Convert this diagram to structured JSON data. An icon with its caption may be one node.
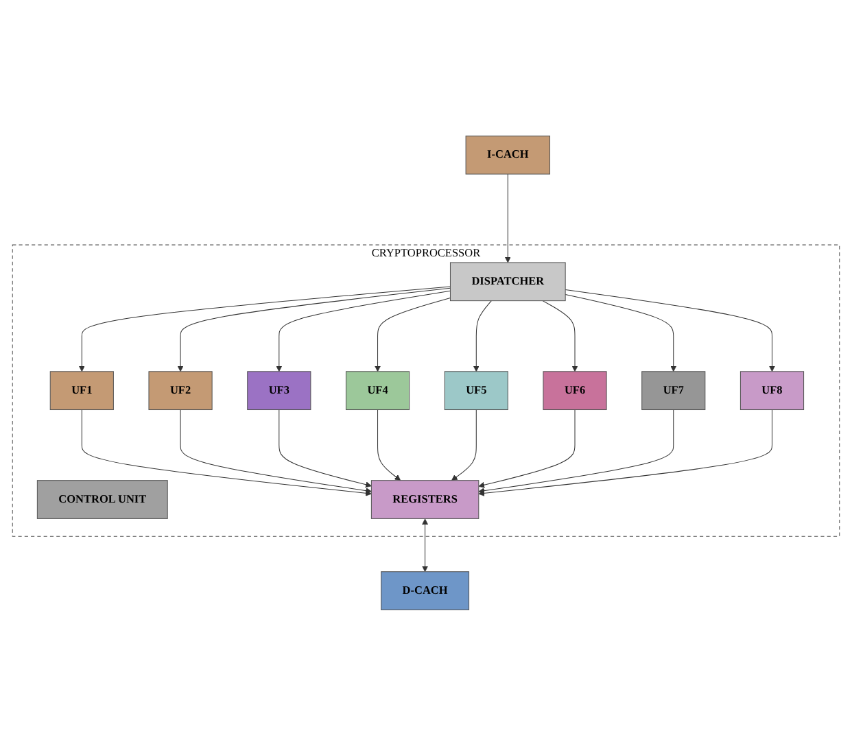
{
  "diagram": {
    "nodes": [
      {
        "text": [
          "I-CACH"
        ]
      },
      {
        "text": [
          "CRYPTOPROCESSOR"
        ]
      },
      {
        "text": [
          "DISPATCHER"
        ],
        "in": 1
      },
      {
        "text": [
          "CONTROL UNIT"
        ],
        "in": 1
      },
      {
        "text": [
          "UF1"
        ],
        "in": 1
      },
      {
        "text": [
          "UF2"
        ],
        "in": 1
      },
      {
        "text": [
          "UF3"
        ],
        "in": 1
      },
      {
        "text": [
          "UF4"
        ],
        "in": 1
      },
      {
        "text": [
          "UF5"
        ],
        "in": 1
      },
      {
        "text": [
          "UF6"
        ],
        "in": 1
      },
      {
        "text": [
          "UF7"
        ],
        "in": 1
      },
      {
        "text": [
          "UF8"
        ],
        "in": 1
      },
      {
        "text": [
          "REGISTERS"
        ],
        "in": 1
      },
      {
        "text": [
          "D-CACH"
        ]
      }
    ],
    "edges": [
      {
        "from": 0,
        "to": 2,
        "arrow": "to"
      },
      {
        "from": 2,
        "to": 4,
        "arrow": "to"
      },
      {
        "from": 2,
        "to": 5,
        "arrow": "to"
      },
      {
        "from": 2,
        "to": 6,
        "arrow": "to"
      },
      {
        "from": 2,
        "to": 7,
        "arrow": "to"
      },
      {
        "from": 2,
        "to": 8,
        "arrow": "to"
      },
      {
        "from": 2,
        "to": 9,
        "arrow": "to"
      },
      {
        "from": 2,
        "to": 10,
        "arrow": "to"
      },
      {
        "from": 2,
        "to": 11,
        "arrow": "to"
      },
      {
        "from": 4,
        "to": 12,
        "arrow": "to"
      },
      {
        "from": 5,
        "to": 12,
        "arrow": "to"
      },
      {
        "from": 6,
        "to": 12,
        "arrow": "to"
      },
      {
        "from": 7,
        "to": 12,
        "arrow": "to"
      },
      {
        "from": 8,
        "to": 12,
        "arrow": "to"
      },
      {
        "from": 9,
        "to": 12,
        "arrow": "to"
      },
      {
        "from": 10,
        "to": 12,
        "arrow": "to"
      },
      {
        "from": 11,
        "to": 12,
        "arrow": "to"
      },
      {
        "from": 12,
        "to": 13,
        "arrow": "both"
      }
    ]
  }
}
